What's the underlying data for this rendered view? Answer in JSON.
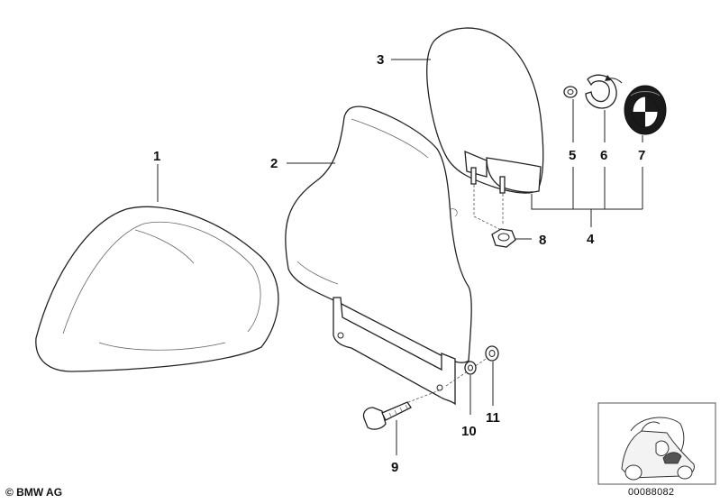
{
  "callouts": [
    {
      "id": "1",
      "label": "1"
    },
    {
      "id": "2",
      "label": "2"
    },
    {
      "id": "3",
      "label": "3"
    },
    {
      "id": "4",
      "label": "4"
    },
    {
      "id": "5",
      "label": "5"
    },
    {
      "id": "6",
      "label": "6"
    },
    {
      "id": "7",
      "label": "7"
    },
    {
      "id": "8",
      "label": "8"
    },
    {
      "id": "9",
      "label": "9"
    },
    {
      "id": "10",
      "label": "10"
    },
    {
      "id": "11",
      "label": "11"
    }
  ],
  "footer": {
    "copyright": "© BMW AG",
    "reference_number": "00088082"
  },
  "icons": {
    "logo": "bmw-roundel-icon",
    "vehicle": "scooter-thumbnail-icon"
  },
  "colors": {
    "line": "#222222",
    "background": "#ffffff"
  }
}
